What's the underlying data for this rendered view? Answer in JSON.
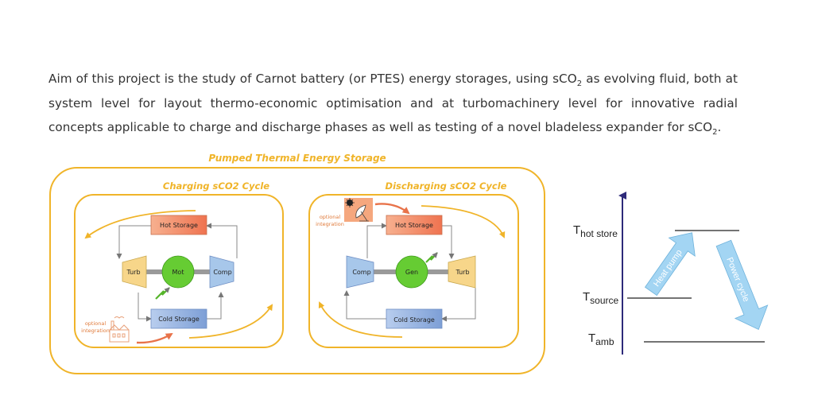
{
  "intro": {
    "part1": "Aim of this project is the study of Carnot battery (or PTES) energy storages, using sCO",
    "sub1": "2",
    "part2": " as evolving fluid, both at system level for layout thermo-economic optimisation and at turbomachinery level for innovative radial concepts applicable to charge and discharge phases as well as testing of a novel bladeless expander for sCO",
    "sub2": "2",
    "part3": "."
  },
  "ptes": {
    "title": "Pumped Thermal Energy Storage",
    "charging": {
      "title": "Charging sCO2 Cycle",
      "hot_storage": "Hot Storage",
      "cold_storage": "Cold Storage",
      "turb": "Turb",
      "mot": "Mot",
      "comp": "Comp",
      "optional_1": "optional",
      "optional_2": "integration"
    },
    "discharging": {
      "title": "Discharging sCO2 Cycle",
      "hot_storage": "Hot Storage",
      "cold_storage": "Cold Storage",
      "comp": "Comp",
      "gen": "Gen",
      "turb": "Turb",
      "optional_1": "optional",
      "optional_2": "integration"
    }
  },
  "tdiagram": {
    "t_hot_main": "T",
    "t_hot_sub": "hot store",
    "t_source_main": "T",
    "t_source_sub": "source",
    "t_amb_main": "T",
    "t_amb_sub": "amb",
    "heat_pump": "Heat pump",
    "power_cycle": "Power cycle"
  },
  "colors": {
    "yellow": "#f0b429",
    "hot": "#f28b60",
    "cold": "#8fb0de",
    "turb": "#f7d68a",
    "comp": "#a7c7ea",
    "machine": "#66cc33",
    "line": "#2e2a7a",
    "arrow": "#9fd3f2"
  }
}
